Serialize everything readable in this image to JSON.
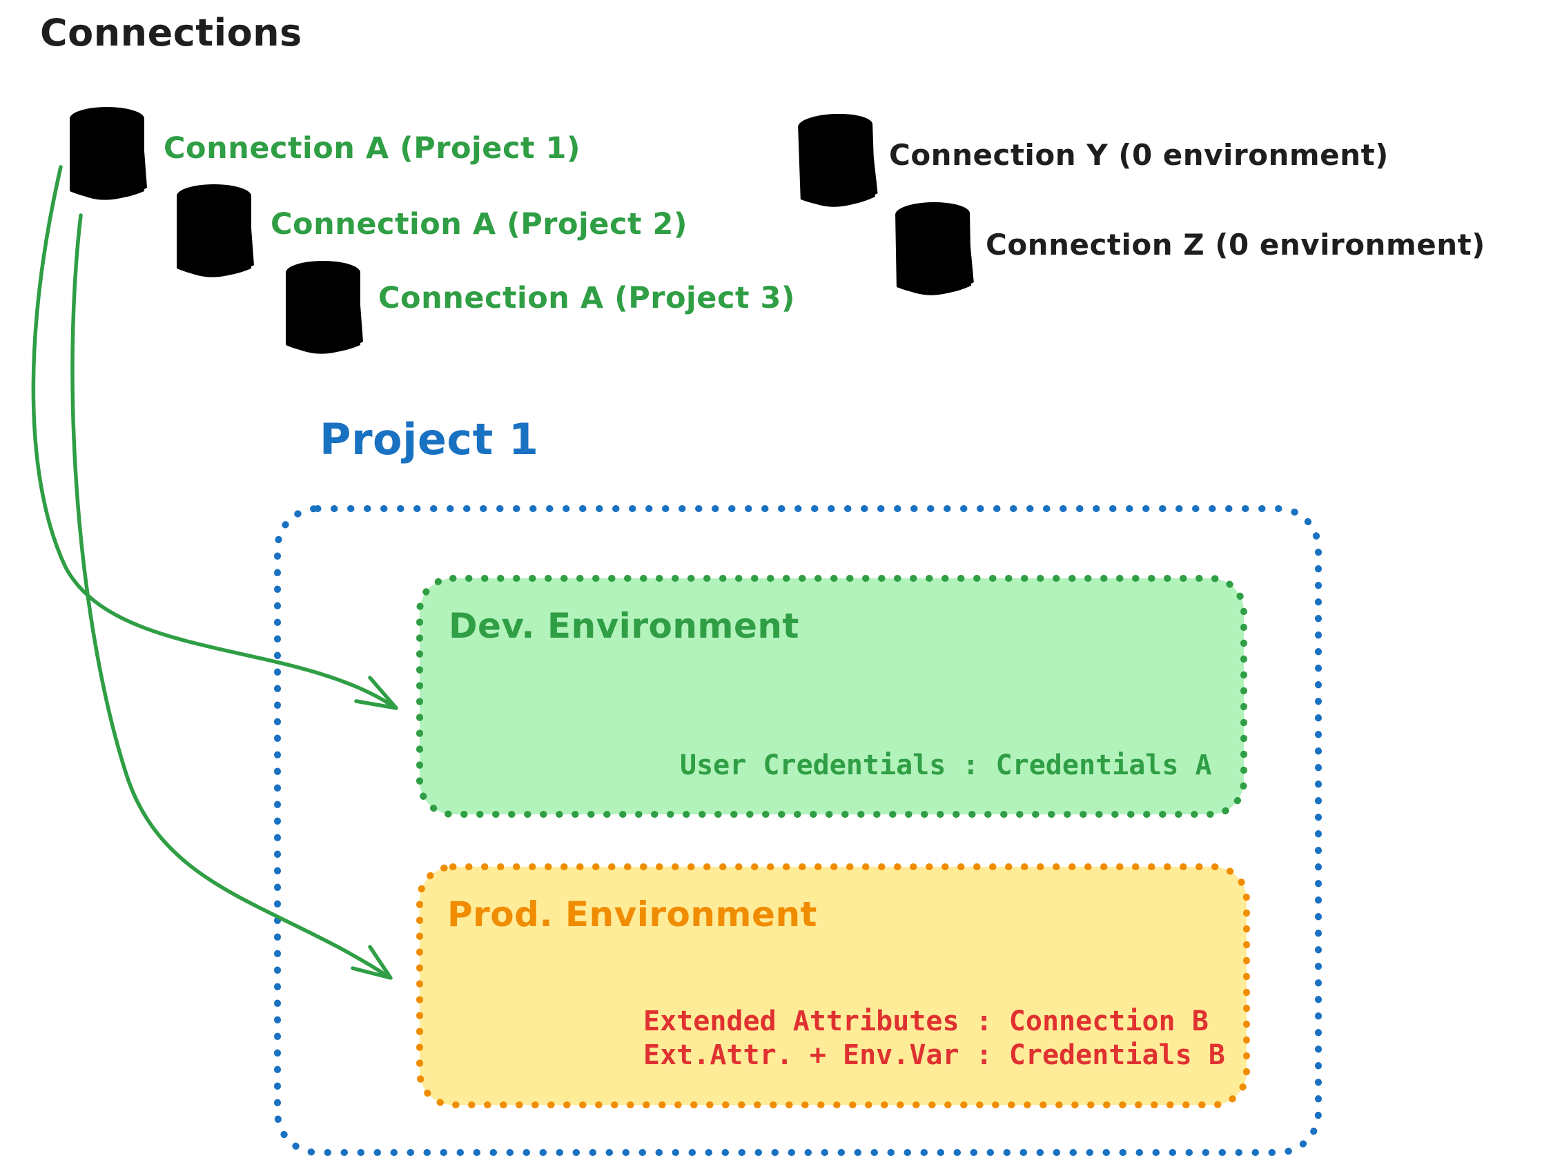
{
  "title": "Connections",
  "colors": {
    "green_stroke": "#2f9e44",
    "green_fill": "#b2f2bb",
    "blue": "#1971c2",
    "orange_stroke": "#f08c00",
    "orange_fill": "#ffec99",
    "red": "#e03131",
    "ink": "#1e1e1e",
    "gray_fill": "#dee2e6"
  },
  "connections": {
    "project_scoped": [
      {
        "label": "Connection A (Project 1)",
        "icon": "database-icon-green"
      },
      {
        "label": "Connection A (Project 2)",
        "icon": "database-icon-green"
      },
      {
        "label": "Connection A (Project 3)",
        "icon": "database-icon-green"
      }
    ],
    "unscoped": [
      {
        "label": "Connection Y (0 environment)",
        "icon": "database-icon-gray"
      },
      {
        "label": "Connection Z (0 environment)",
        "icon": "database-icon-gray"
      }
    ]
  },
  "project": {
    "title": "Project 1",
    "environments": [
      {
        "name": "Dev. Environment",
        "credentials": [
          "User Credentials : Credentials A"
        ]
      },
      {
        "name": "Prod. Environment",
        "credentials": [
          "Extended Attributes : Connection B",
          "Ext.Attr. + Env.Var : Credentials B"
        ]
      }
    ]
  }
}
